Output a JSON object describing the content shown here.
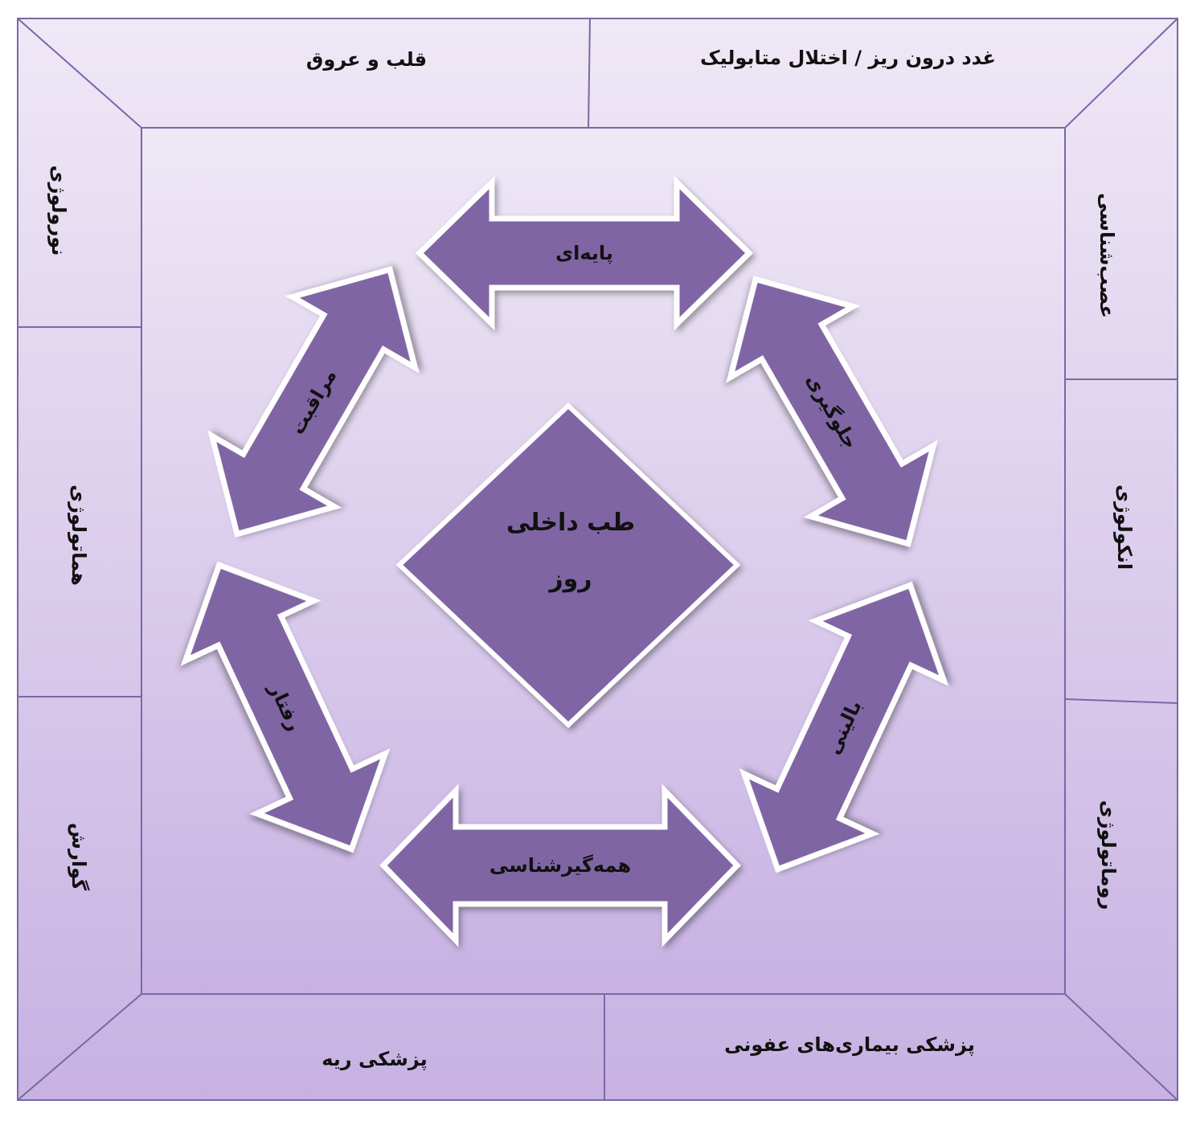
{
  "colors": {
    "frame_top": "#efe8f6",
    "frame_bottom": "#c7b2e2",
    "line": "#7a68a6",
    "shape_fill": "#8065a4",
    "shape_stroke": "#ffffff",
    "text": "#111111"
  },
  "frame": {
    "top_left": "قلب و عروق",
    "top_right": "غدد درون ریز / اختلال متابولیک",
    "bottom_left": "پزشکی ریه",
    "bottom_right": "پزشکی بیماری‌های عفونی",
    "left": [
      "نورولوژی",
      "هماتولوژی",
      "گوارش"
    ],
    "right": [
      "عصب‌شناسی",
      "انکولوژی",
      "روماتولوژی"
    ]
  },
  "center": {
    "line1": "طب داخلی",
    "line2": "روز"
  },
  "arrows": {
    "top": "پایه‌ای",
    "upper_right": "جلوگیری",
    "lower_right": "بالینی",
    "bottom": "همه‌گیرشناسی",
    "lower_left": "رفتار",
    "upper_left": "مراقبت"
  }
}
